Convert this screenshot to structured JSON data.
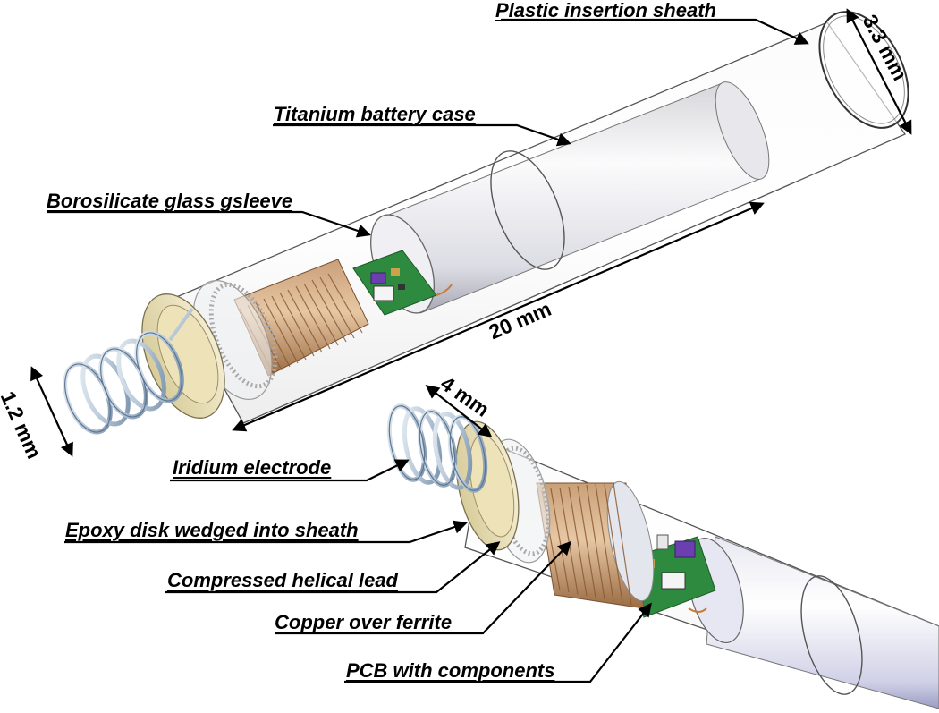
{
  "labels": {
    "plastic_sheath": "Plastic insertion sheath",
    "titanium_case": "Titanium battery case",
    "glass_sleeve": "Borosilicate glass gsleeve",
    "iridium_electrode": "Iridium electrode",
    "epoxy_disk": "Epoxy disk wedged into sheath",
    "helical_lead": "Compressed helical lead",
    "copper_ferrite": "Copper over ferrite",
    "pcb": "PCB with components"
  },
  "dimensions": {
    "diameter": "3.3 mm",
    "length": "20 mm",
    "coil_diameter": "1.2 mm",
    "coil_length": "4 mm"
  }
}
